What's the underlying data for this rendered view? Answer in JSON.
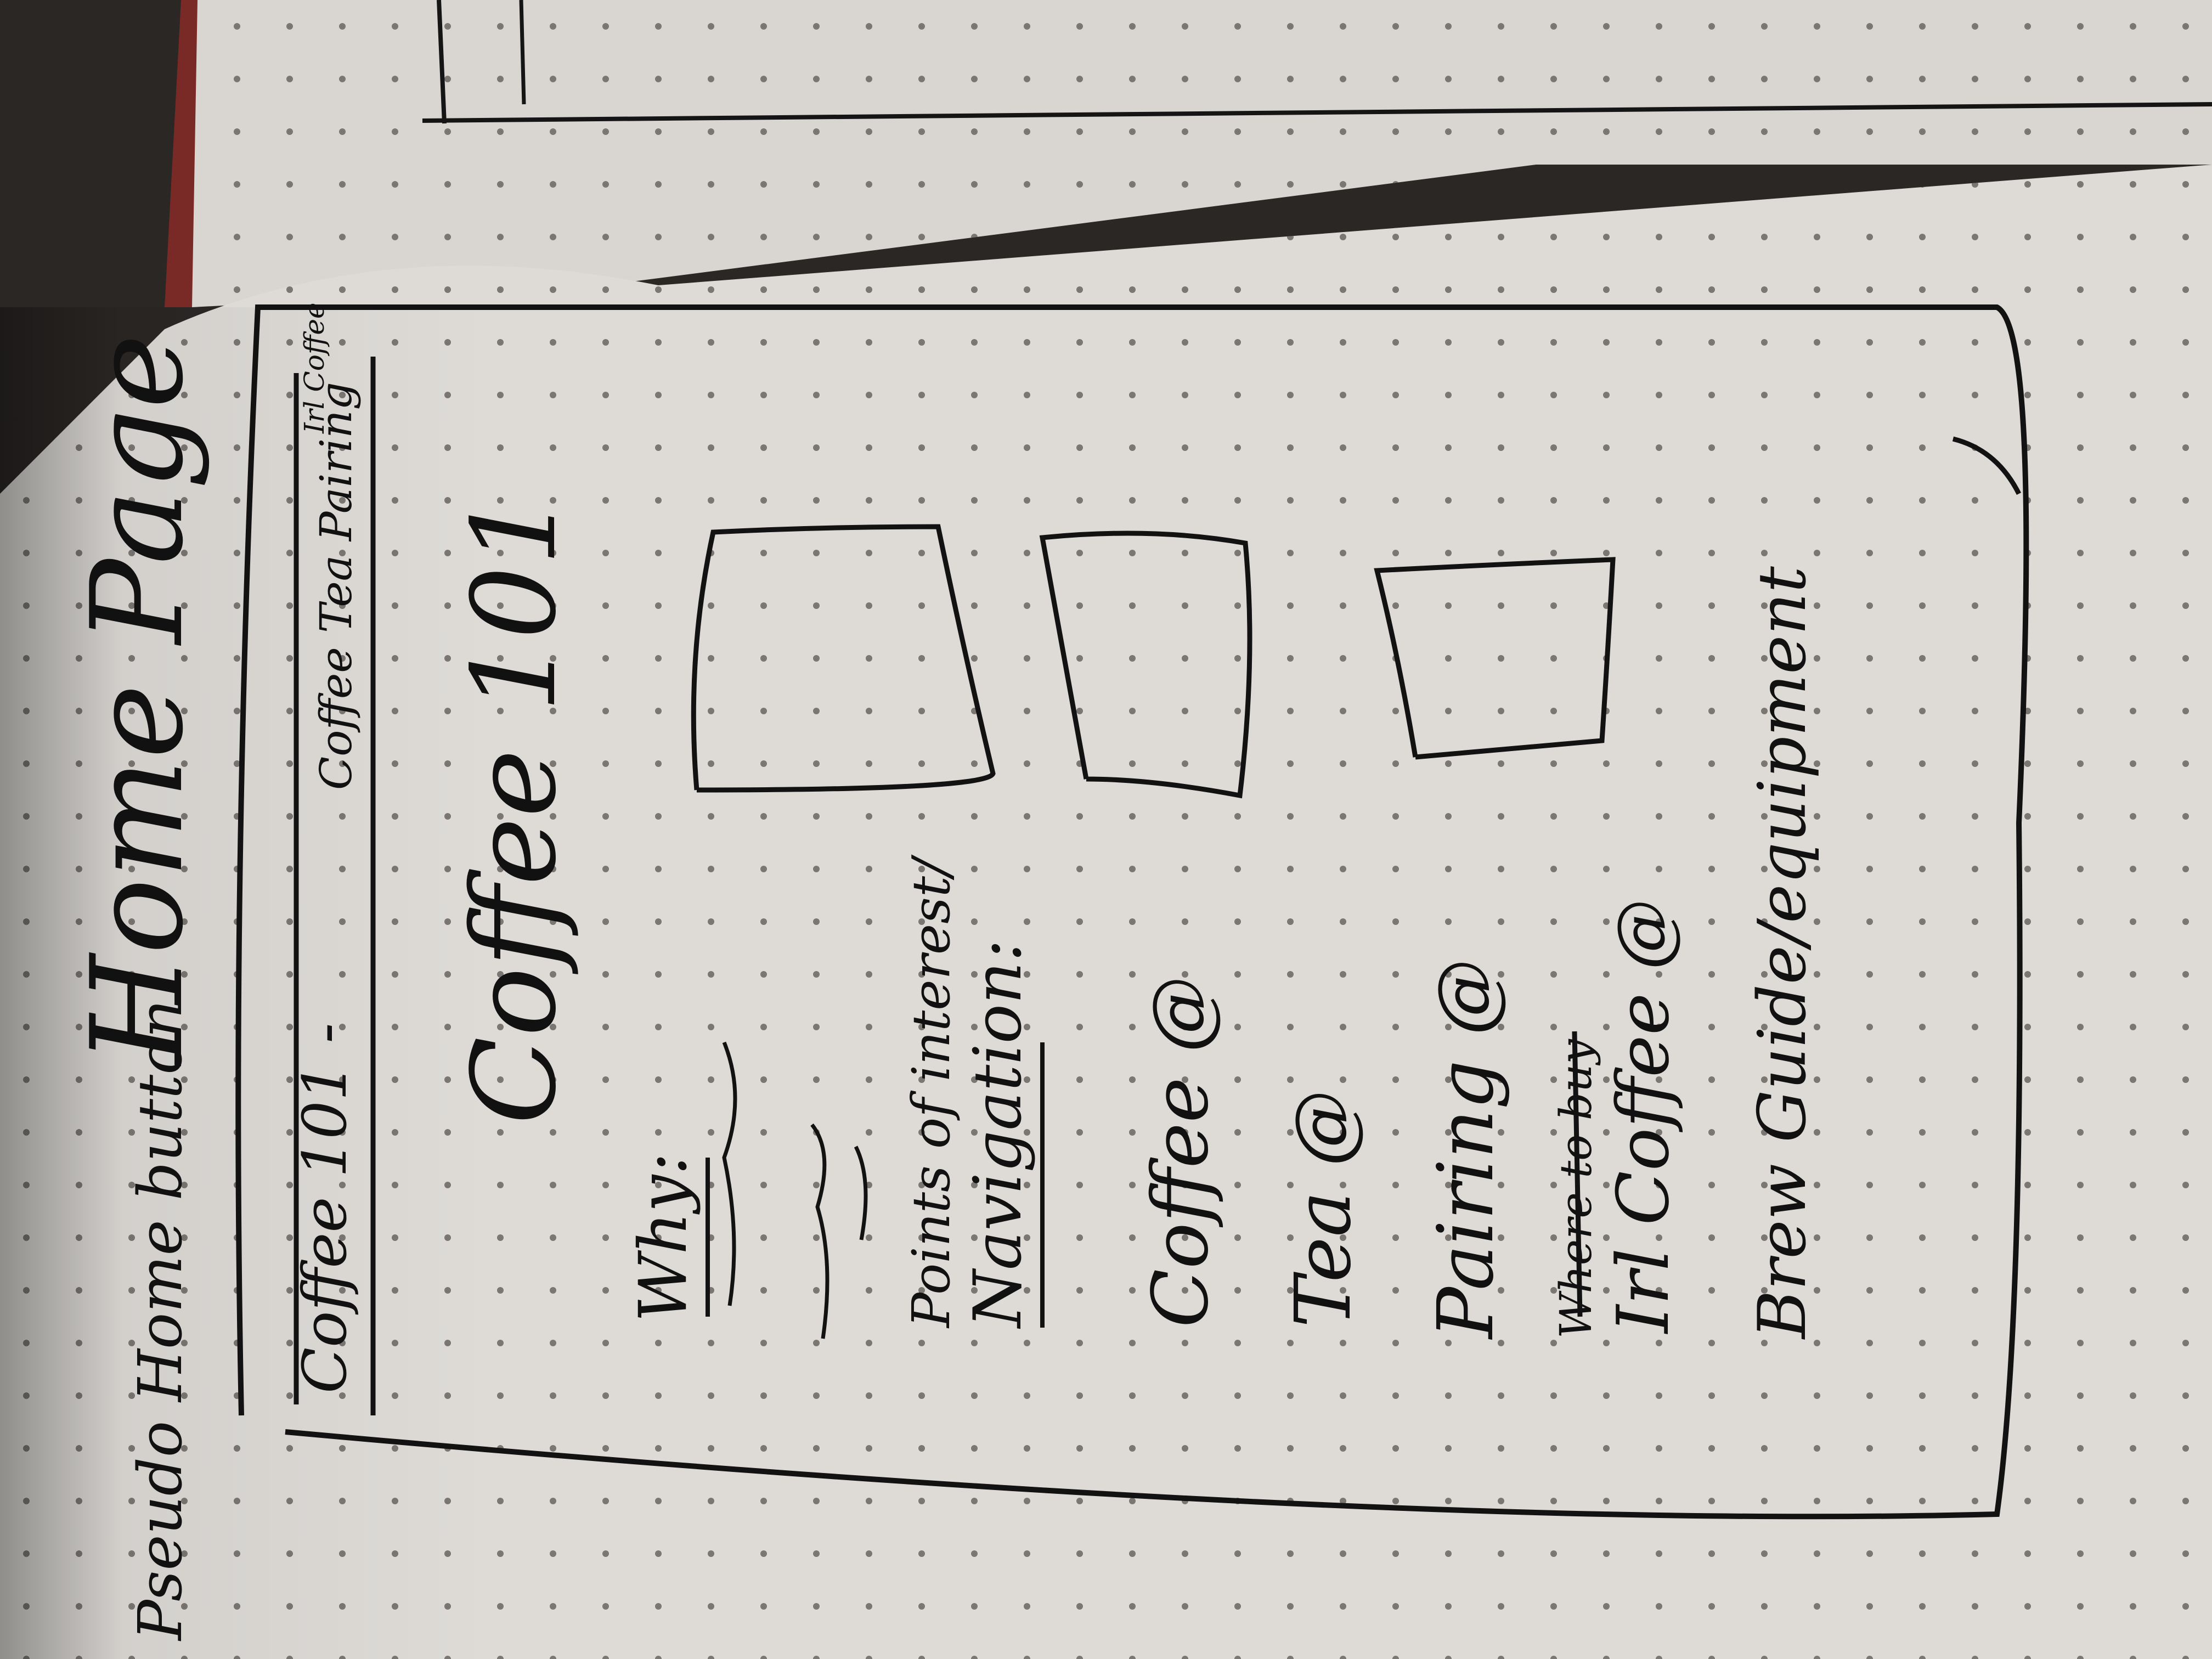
{
  "notebook": {
    "heading": "Home Page",
    "side_note": "Pseudo Home button",
    "nav_left": "Coffee 101 -",
    "nav_right": "Coffee Tea Pairing",
    "nav_far_right": "Irl Coffee",
    "page_title": "Coffee 101",
    "why_label": "Why:",
    "points": "Points of interest/",
    "navigation_label": "Navigation:",
    "nav_links": [
      "Coffee @",
      "Tea @",
      "Pairing @"
    ],
    "struck_text": "Where to buy",
    "irl_link": "Irl Coffee @",
    "brew_guide": "Brew Guide/equipment"
  }
}
